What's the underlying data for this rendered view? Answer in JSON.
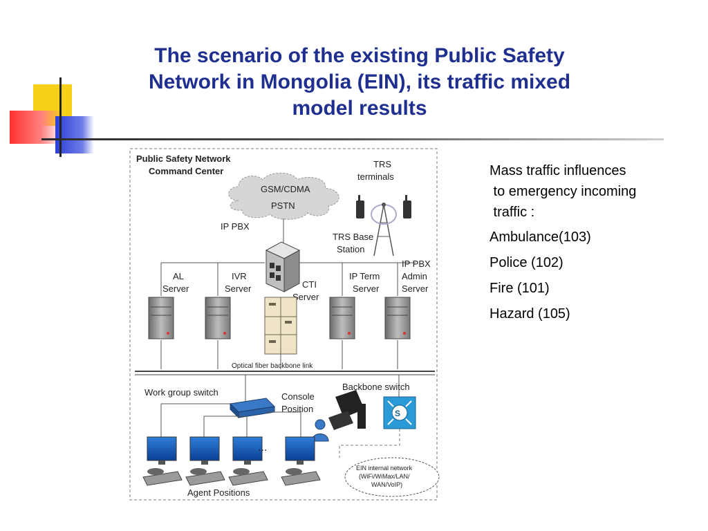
{
  "title": {
    "line1": "The  scenario of the existing Public Safety",
    "line2": "Network in Mongolia (EIN), its  traffic mixed",
    "line3": "model results"
  },
  "bullets": {
    "intro1": "Mass traffic influences",
    "intro2": " to emergency incoming",
    "intro3": " traffic :",
    "items": [
      "Ambulance(103)",
      "Police (102)",
      "Fire (101)",
      "Hazard (105)"
    ]
  },
  "diagram": {
    "center1": "Public Safety Network",
    "center2": "Command Center",
    "cloud1": "GSM/CDMA",
    "cloud2": "PSTN",
    "ippbx": "IP PBX",
    "trs1": "TRS",
    "trs2": "terminals",
    "trsbase1": "TRS Base",
    "trsbase2": "Station",
    "al1": "AL",
    "al2": "Server",
    "ivr1": "IVR",
    "ivr2": "Server",
    "cti1": "CTI",
    "cti2": "Server",
    "ipterm1": "IP Term",
    "ipterm2": "Server",
    "admin1": "IP PBX",
    "admin2": "Admin",
    "admin3": "Server",
    "fiber": "Optical fiber backbone link",
    "wgswitch": "Work group switch",
    "console1": "Console",
    "console2": "Position",
    "backbone": "Backbone switch",
    "dots": "...",
    "agents": "Agent Positions",
    "ein1": "EIN internal network",
    "ein2": "(WiFi/WiMax/LAN/",
    "ein3": "WAN/VoIP)"
  },
  "colors": {
    "title": "#1f2f8f",
    "square_yellow": "#f7d117",
    "square_blue": "#2b3fd6",
    "square_red": "#ff4a4a"
  }
}
